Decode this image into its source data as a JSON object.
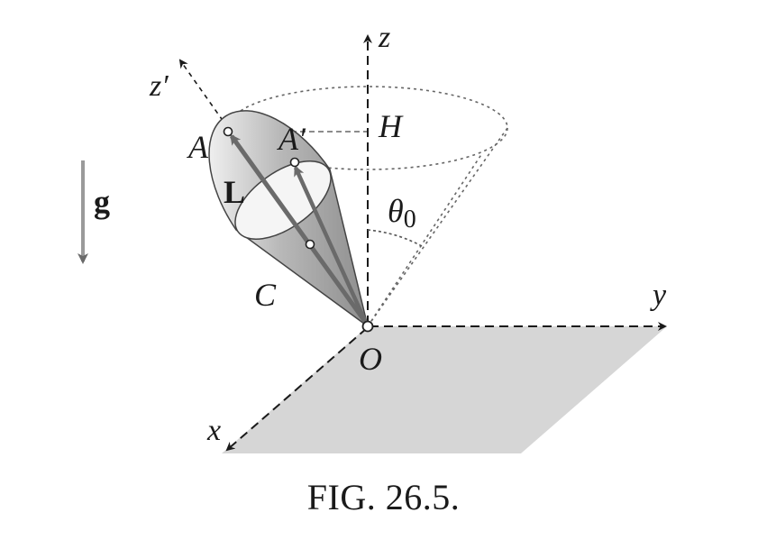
{
  "figure": {
    "labels": {
      "z": "z",
      "z_prime": "z′",
      "y": "y",
      "x": "x",
      "origin": "O",
      "point_A": "A",
      "point_A_prime": "A′",
      "point_H": "H",
      "vector_L": "L",
      "gravity": "g",
      "angle_theta0": "θ",
      "angle_theta0_subscript": "0",
      "point_C": "C"
    },
    "caption": "FIG. 26.5."
  }
}
